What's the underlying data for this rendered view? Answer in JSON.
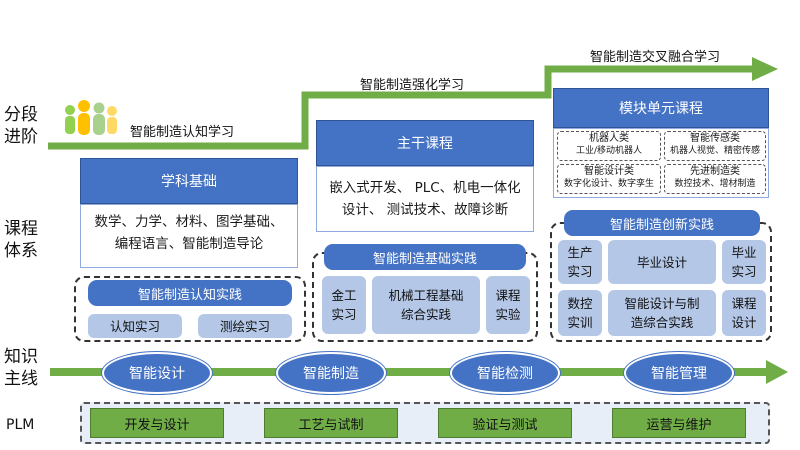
{
  "rows": {
    "stages": "分段\n进阶",
    "curriculum": "课程\n体系",
    "knowledge": "知识\n主线",
    "plm": "PLM"
  },
  "stages": {
    "stage1": "智能制造认知学习",
    "stage2": "智能制造强化学习",
    "stage3": "智能制造交叉融合学习"
  },
  "col1": {
    "head": "学科基础",
    "body": "数学、力学、材料、图学基础、编程语言、智能制造导论",
    "practice_title": "智能制造认知实践",
    "items": [
      "认知实习",
      "测绘实习"
    ]
  },
  "col2": {
    "head": "主干课程",
    "body": "嵌入式开发、 PLC、机电一体化设计、 测试技术、故障诊断",
    "practice_title": "智能制造基础实践",
    "items": [
      "金工\n实习",
      "机械工程基础\n综合实践",
      "课程\n实验"
    ]
  },
  "col3": {
    "head": "模块单元课程",
    "modules": [
      {
        "title": "机器人类",
        "desc": "工业/移动机器人"
      },
      {
        "title": "智能传感类",
        "desc": "机器人视觉、精密传感"
      },
      {
        "title": "智能设计类",
        "desc": "数字化设计、数字孪生"
      },
      {
        "title": "先进制造类",
        "desc": "数控技术、增材制造"
      }
    ],
    "practice_title": "智能制造创新实践",
    "items": [
      "生产\n实习",
      "毕业设计",
      "毕业\n实习",
      "数控\n实训",
      "智能设计与制\n造综合实践",
      "课程\n设计"
    ]
  },
  "knowledge": [
    "智能设计",
    "智能制造",
    "智能检测",
    "智能管理"
  ],
  "plm": [
    "开发与设计",
    "工艺与试制",
    "验证与测试",
    "运营与维护"
  ],
  "colors": {
    "blue": "#4472c4",
    "light_blue": "#b4c7e7",
    "green": "#70ad47"
  },
  "icons": [
    "people-icon"
  ]
}
